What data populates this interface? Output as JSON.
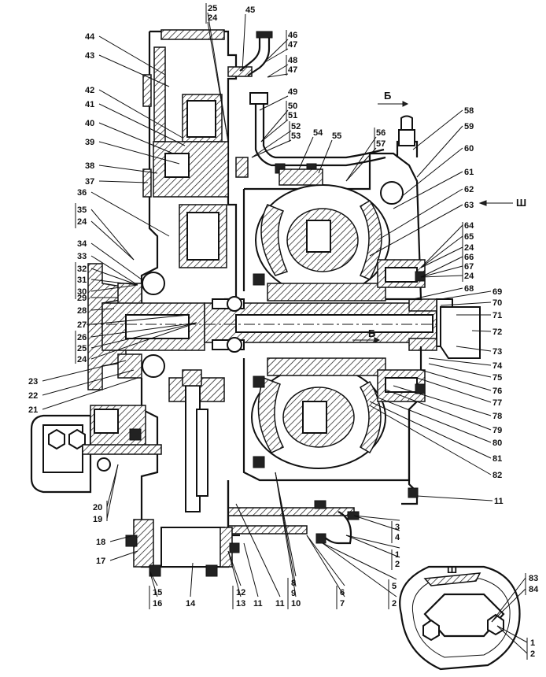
{
  "view_labels": {
    "view_b_top": "Б",
    "view_b_mid": "Б",
    "view_sh_arrow": "Ш",
    "view_sh_detail": "Ш"
  },
  "callouts": {
    "left": [
      "44",
      "43",
      "42",
      "41",
      "40",
      "39",
      "38",
      "37",
      "36",
      "35",
      "24",
      "34",
      "33",
      "32",
      "31",
      "30",
      "29",
      "28",
      "27",
      "26",
      "25",
      "24",
      "23",
      "22",
      "21",
      "20",
      "19",
      "18",
      "17"
    ],
    "top": [
      "25",
      "24",
      "45",
      "46",
      "47",
      "48",
      "47",
      "49",
      "50",
      "51",
      "52",
      "53",
      "54",
      "55",
      "56",
      "57"
    ],
    "right": [
      "58",
      "59",
      "60",
      "61",
      "62",
      "63",
      "64",
      "65",
      "24",
      "66",
      "67",
      "24",
      "68",
      "69",
      "70",
      "71",
      "72",
      "73",
      "74",
      "75",
      "76",
      "77",
      "78",
      "79",
      "80",
      "81",
      "82",
      "11"
    ],
    "bottom": [
      "15",
      "16",
      "14",
      "12",
      "13",
      "11",
      "11",
      "8",
      "9",
      "10",
      "6",
      "7",
      "5",
      "2",
      "3",
      "4",
      "1",
      "2"
    ],
    "detail": [
      "83",
      "84",
      "1",
      "2"
    ]
  }
}
